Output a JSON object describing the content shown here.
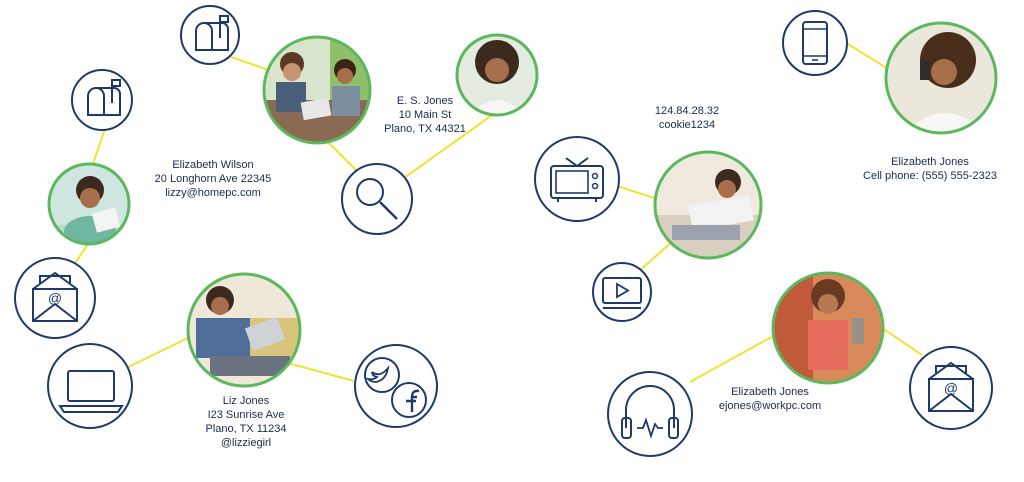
{
  "colors": {
    "icon_stroke": "#1f3a68",
    "photo_ring": "#5cb85c",
    "connector": "#f2e233",
    "text": "#1c2b4a"
  },
  "labels": {
    "wilson": [
      "Elizabeth Wilson",
      "20 Longhorn Ave 22345",
      "lizzy@homepc.com"
    ],
    "es_jones": [
      "E. S. Jones",
      "10 Main St",
      "Plano, TX 44321"
    ],
    "liz_jones": [
      "Liz Jones",
      "I23 Sunrise Ave",
      "Plano, TX 11234",
      "@lizziegirl"
    ],
    "ip_cookie": [
      "124.84.28.32",
      "cookie1234"
    ],
    "cell": [
      "Elizabeth Jones",
      "Cell phone: (555) 555-2323"
    ],
    "work": [
      "Elizabeth Jones",
      "ejones@workpc.com"
    ]
  },
  "icons": [
    "mailbox-icon",
    "mailbox-icon",
    "email-envelope-icon",
    "laptop-icon",
    "social-icon",
    "search-icon",
    "tv-icon",
    "video-player-icon",
    "headphones-icon",
    "email-envelope-icon",
    "cell-phone-icon"
  ],
  "photos": [
    "wilson-photo",
    "couple-photo",
    "es-jones-photo",
    "liz-laptop-photo",
    "tv-viewer-photo",
    "workout-photo",
    "phone-call-photo"
  ]
}
